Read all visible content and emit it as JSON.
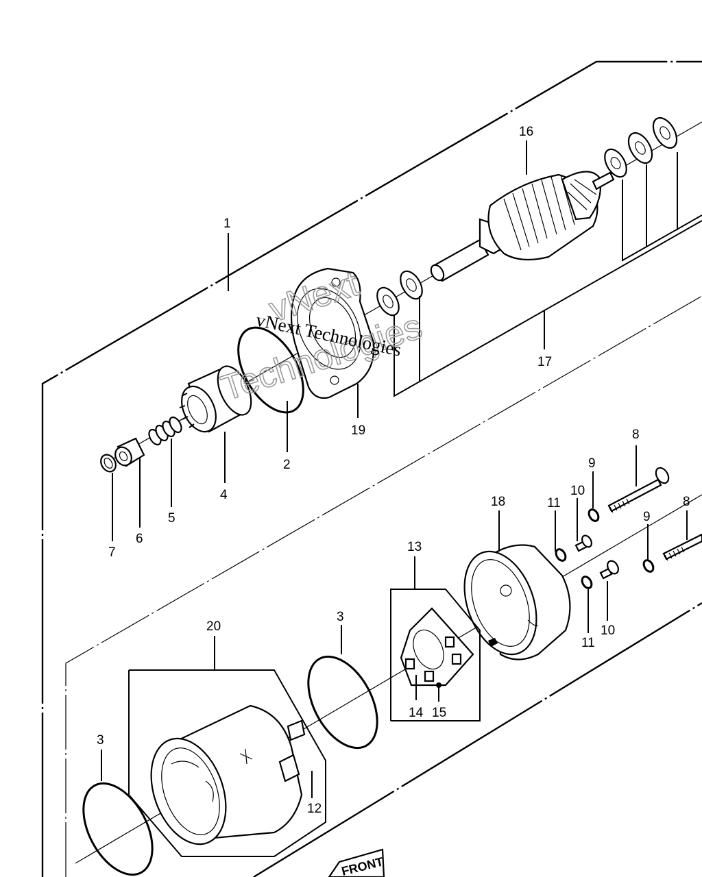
{
  "watermark": {
    "line1": "vNext Technologies",
    "outline_line1": "vNext",
    "outline_line2": "Technologies"
  },
  "callouts": {
    "c1": "1",
    "c2": "2",
    "c3a": "3",
    "c3b": "3",
    "c4": "4",
    "c5": "5",
    "c6": "6",
    "c7": "7",
    "c8a": "8",
    "c8b": "8",
    "c9a": "9",
    "c9b": "9",
    "c10a": "10",
    "c10b": "10",
    "c11a": "11",
    "c11b": "11",
    "c12": "12",
    "c13": "13",
    "c14": "14",
    "c15": "15",
    "c16": "16",
    "c17": "17",
    "c18": "18",
    "c19": "19",
    "c20": "20"
  },
  "front_marker": "FRONT"
}
